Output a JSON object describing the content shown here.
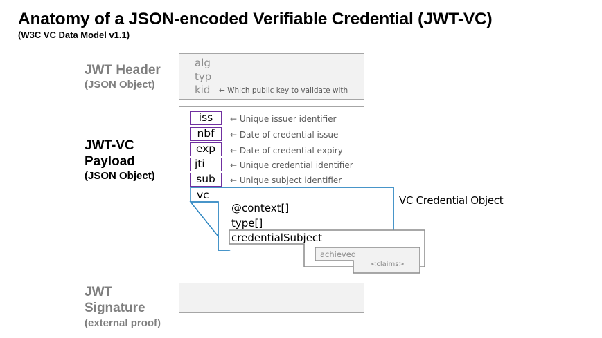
{
  "title": "Anatomy of a JSON-encoded Verifiable Credential (JWT-VC)",
  "subtitle": "(W3C VC Data Model v1.1)",
  "header_section": {
    "label": "JWT Header",
    "sublabel": "(JSON Object)",
    "fields": [
      "alg",
      "typ",
      "kid"
    ],
    "kid_note": "← Which public key to validate with"
  },
  "payload_section": {
    "label_line1": "JWT-VC",
    "label_line2": "Payload",
    "sublabel": "(JSON Object)",
    "claims": [
      {
        "key": "iss",
        "note": "← Unique issuer identifier"
      },
      {
        "key": "nbf",
        "note": "← Date of credential issue"
      },
      {
        "key": "exp",
        "note": "← Date of credential expiry"
      },
      {
        "key": "jti",
        "note": "← Unique credential identifier"
      },
      {
        "key": "sub",
        "note": "← Unique subject identifier"
      }
    ],
    "vc_key": "vc"
  },
  "vc_object": {
    "label": "VC Credential Object",
    "fields": [
      "@context[]",
      "type[]",
      "credentialSubject"
    ],
    "achieved": "achieved",
    "claims": "<claims>"
  },
  "signature_section": {
    "label_line1": "JWT",
    "label_line2": "Signature",
    "sublabel": "(external proof)"
  },
  "colors": {
    "claim_border": "#7030a0",
    "vc_border": "#2e86c1",
    "box_border": "#a6a6a6",
    "box_fill": "#f2f2f2",
    "muted_text": "#7f7f7f"
  }
}
